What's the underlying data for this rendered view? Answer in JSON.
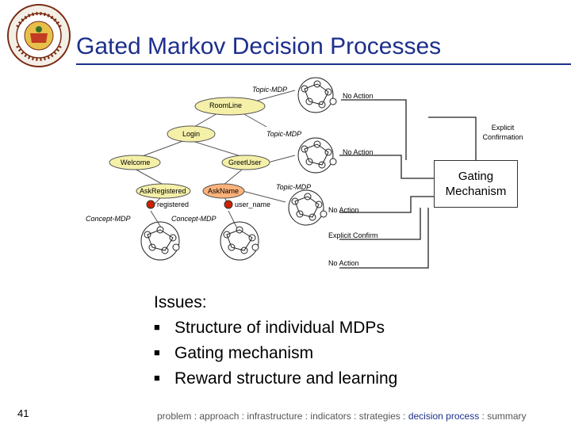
{
  "slide": {
    "title": "Gated Markov Decision Processes",
    "page_number": "41"
  },
  "diagram": {
    "nodes": {
      "room_line": "RoomLine",
      "login": "Login",
      "welcome": "Welcome",
      "greet_user": "GreetUser",
      "ask_registered": "AskRegistered",
      "ask_name": "AskName",
      "registered": "registered",
      "user_name": "user_name"
    },
    "mdp_labels": {
      "topic_mdp_1": "Topic-MDP",
      "topic_mdp_2": "Topic-MDP",
      "topic_mdp_3": "Topic-MDP",
      "concept_mdp_1": "Concept-MDP",
      "concept_mdp_2": "Concept-MDP"
    },
    "actions": {
      "no_action_1": "No Action",
      "no_action_2": "No Action",
      "no_action_3": "No Action",
      "no_action_4": "No Action",
      "explicit_confirmation": "Explicit Confirmation",
      "explicit_confirm": "Explicit Confirm"
    },
    "gating_mechanism": "Gating Mechanism"
  },
  "issues": {
    "heading": "Issues:",
    "items": [
      "Structure of individual MDPs",
      "Gating mechanism",
      "Reward structure and learning"
    ]
  },
  "footer": {
    "before": "problem : approach : infrastructure : indicators : strategies : ",
    "current": "decision process",
    "after": " : summary"
  },
  "colors": {
    "title": "#1d2f8c",
    "node_fill": "#f5f0a8",
    "node_fill_alt": "#ffb27a",
    "accent_red": "#cc2200"
  }
}
